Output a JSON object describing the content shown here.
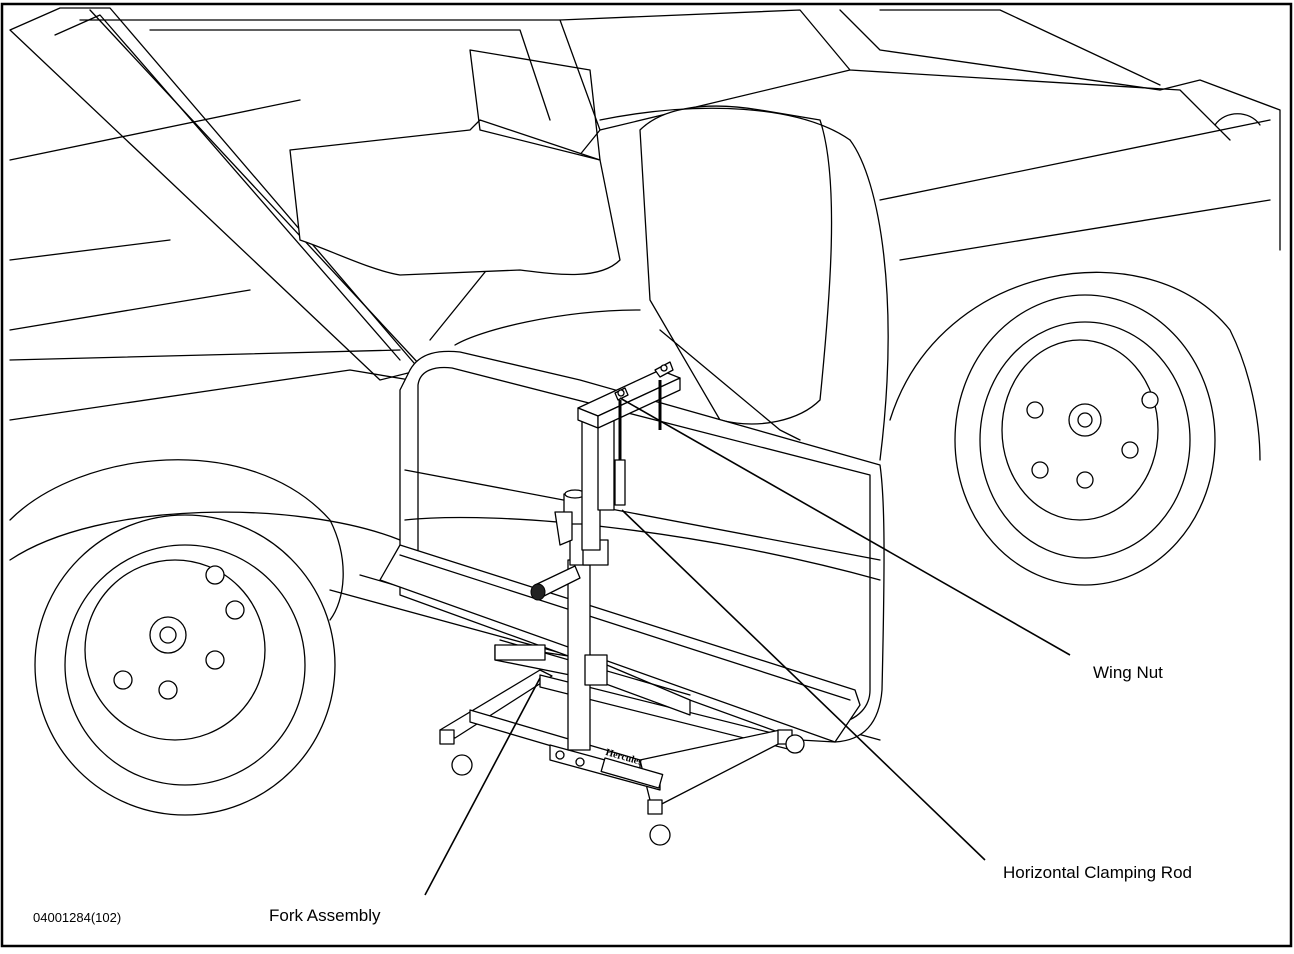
{
  "figure_id": "04001284(102)",
  "callouts": {
    "wing_nut": "Wing Nut",
    "horizontal_clamping_rod": "Horizontal Clamping Rod",
    "fork_assembly": "Fork Assembly"
  },
  "jack_brand": "Hercules",
  "colors": {
    "line": "#000000",
    "background": "#ffffff"
  }
}
